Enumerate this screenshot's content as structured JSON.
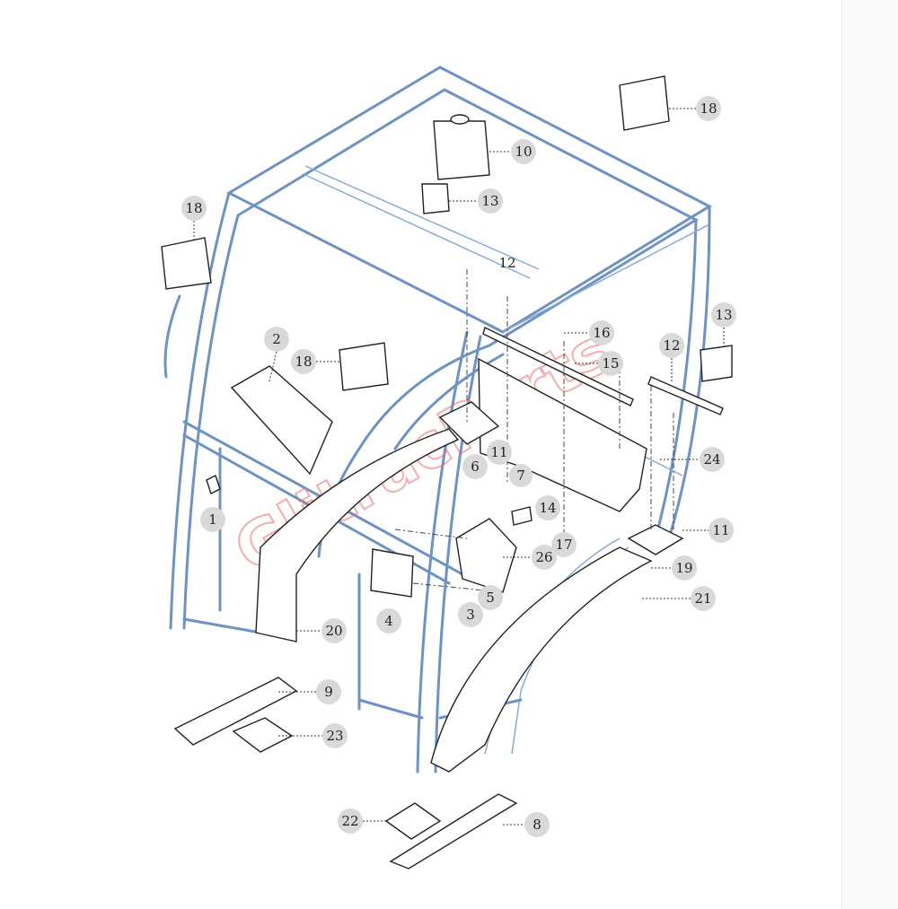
{
  "diagram": {
    "title": "Tractor cab frame assembly exploded view",
    "watermark": "tractor parts watermark",
    "callouts": [
      {
        "id": "c1",
        "label": "18"
      },
      {
        "id": "c2",
        "label": "10"
      },
      {
        "id": "c3",
        "label": "13"
      },
      {
        "id": "c4",
        "label": "18"
      },
      {
        "id": "c5",
        "label": "12"
      },
      {
        "id": "c6",
        "label": "13"
      },
      {
        "id": "c7",
        "label": "16"
      },
      {
        "id": "c8",
        "label": "2"
      },
      {
        "id": "c9",
        "label": "18"
      },
      {
        "id": "c10",
        "label": "12"
      },
      {
        "id": "c11",
        "label": "15"
      },
      {
        "id": "c12",
        "label": "11"
      },
      {
        "id": "c13",
        "label": "6"
      },
      {
        "id": "c14",
        "label": "7"
      },
      {
        "id": "c15",
        "label": "24"
      },
      {
        "id": "c16",
        "label": "14"
      },
      {
        "id": "c17",
        "label": "1"
      },
      {
        "id": "c18",
        "label": "17"
      },
      {
        "id": "c19",
        "label": "11"
      },
      {
        "id": "c20",
        "label": "26"
      },
      {
        "id": "c21",
        "label": "19"
      },
      {
        "id": "c22",
        "label": "5"
      },
      {
        "id": "c23",
        "label": "21"
      },
      {
        "id": "c24",
        "label": "4"
      },
      {
        "id": "c25",
        "label": "3"
      },
      {
        "id": "c26",
        "label": "20"
      },
      {
        "id": "c27",
        "label": "9"
      },
      {
        "id": "c28",
        "label": "23"
      },
      {
        "id": "c29",
        "label": "22"
      },
      {
        "id": "c30",
        "label": "8"
      }
    ]
  }
}
